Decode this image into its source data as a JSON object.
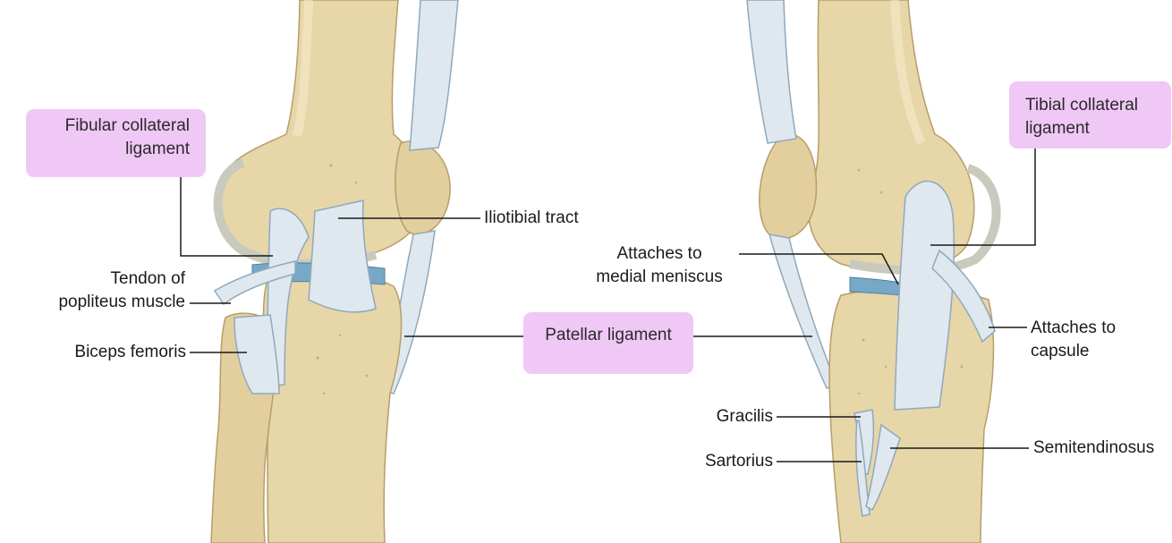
{
  "colors": {
    "bone": "#e7d6a8",
    "bone_shadow": "#c9b07a",
    "bone_dark": "#a8935f",
    "ligament": "#dfe8ef",
    "ligament_edge": "#8ea9bd",
    "meniscus": "#78a8c8",
    "highlight_box": "#efc8f5",
    "leader_line": "#1a1a1a"
  },
  "highlighted_labels": {
    "fibular_collateral": [
      "Fibular collateral",
      "ligament"
    ],
    "patellar": "Patellar ligament",
    "tibial_collateral": [
      "Tibial collateral",
      "ligament"
    ]
  },
  "lateral_view_labels": {
    "iliotibial_tract": "Iliotibial tract",
    "tendon_of_popliteus": [
      "Tendon of",
      "popliteus muscle"
    ],
    "biceps_femoris": "Biceps femoris"
  },
  "medial_view_labels": {
    "attaches_medial_meniscus": [
      "Attaches to",
      "medial meniscus"
    ],
    "attaches_capsule": [
      "Attaches to",
      "capsule"
    ],
    "gracilis": "Gracilis",
    "sartorius": "Sartorius",
    "semitendinosus": "Semitendinosus"
  }
}
